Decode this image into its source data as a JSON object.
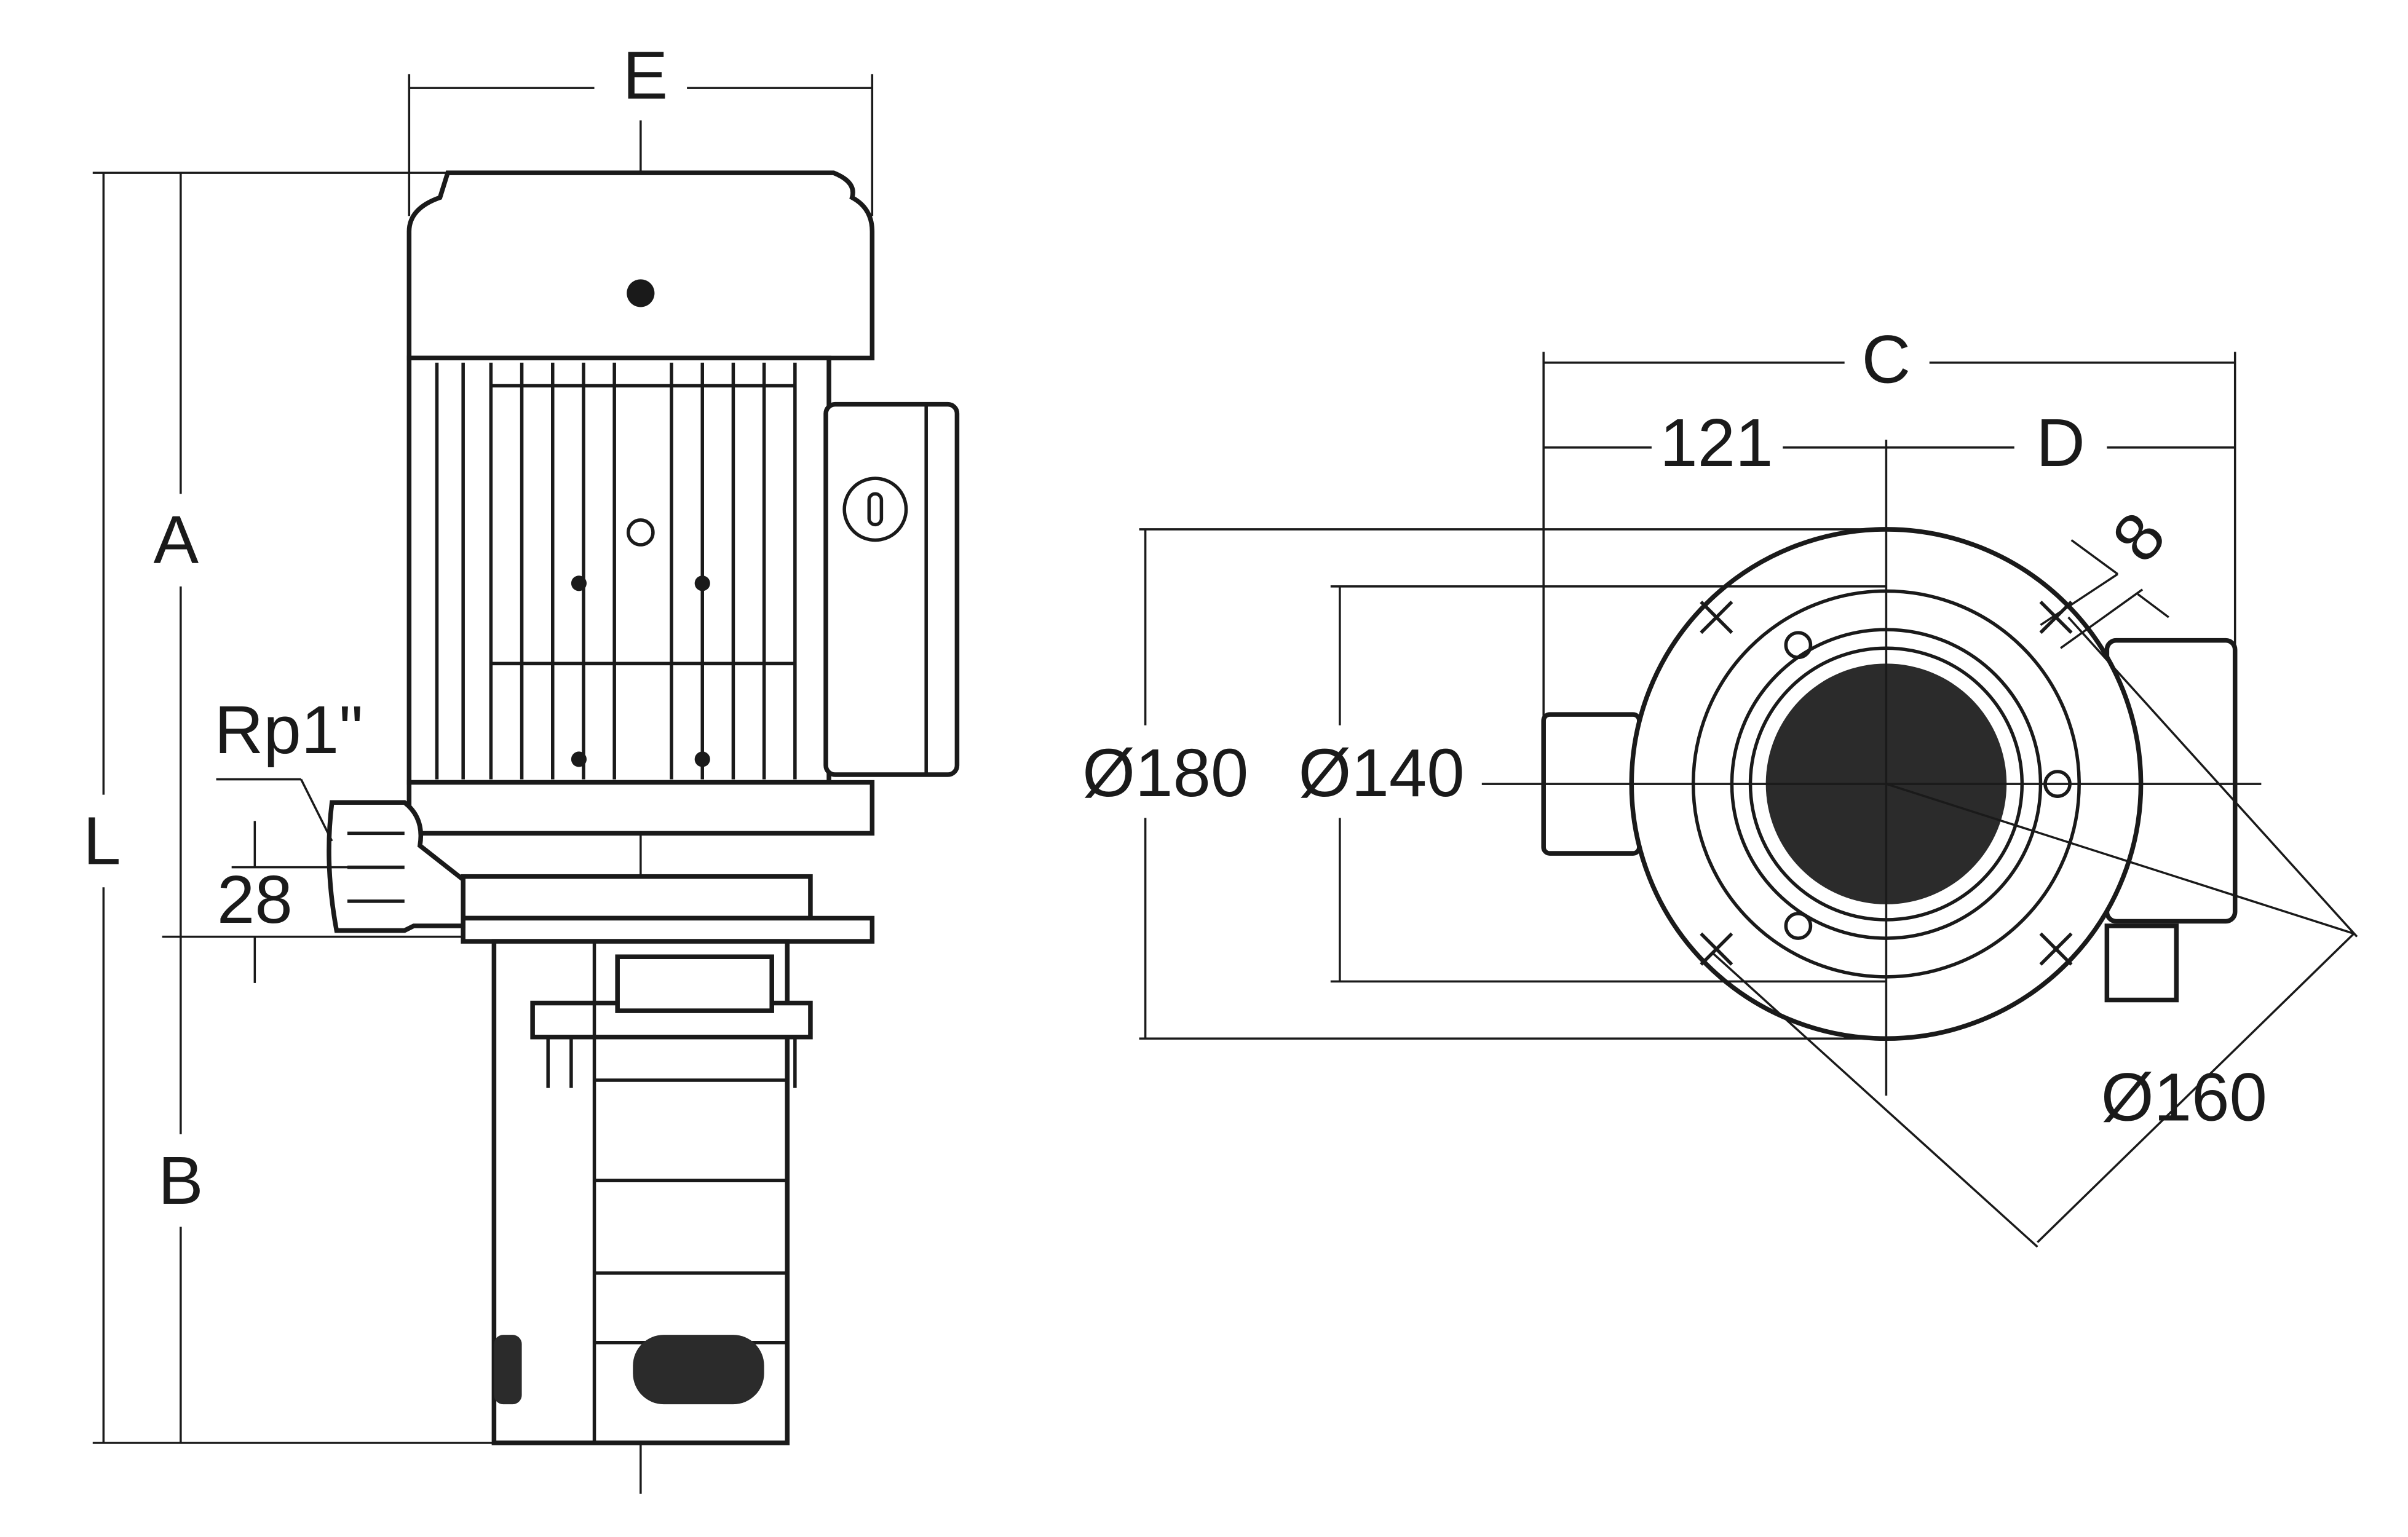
{
  "side_view": {
    "dim_E": "E",
    "dim_A": "A",
    "dim_B": "B",
    "dim_L": "L",
    "outlet_thread": "Rp1\"",
    "outlet_height": "28"
  },
  "top_view": {
    "dim_C": "C",
    "dim_121": "121",
    "dim_D": "D",
    "dim_8": "8",
    "dia_180": "Ø180",
    "dia_140": "Ø140",
    "dia_160": "Ø160"
  },
  "colors": {
    "line": "#1a1a1a",
    "mesh": "#2b2b2b"
  }
}
